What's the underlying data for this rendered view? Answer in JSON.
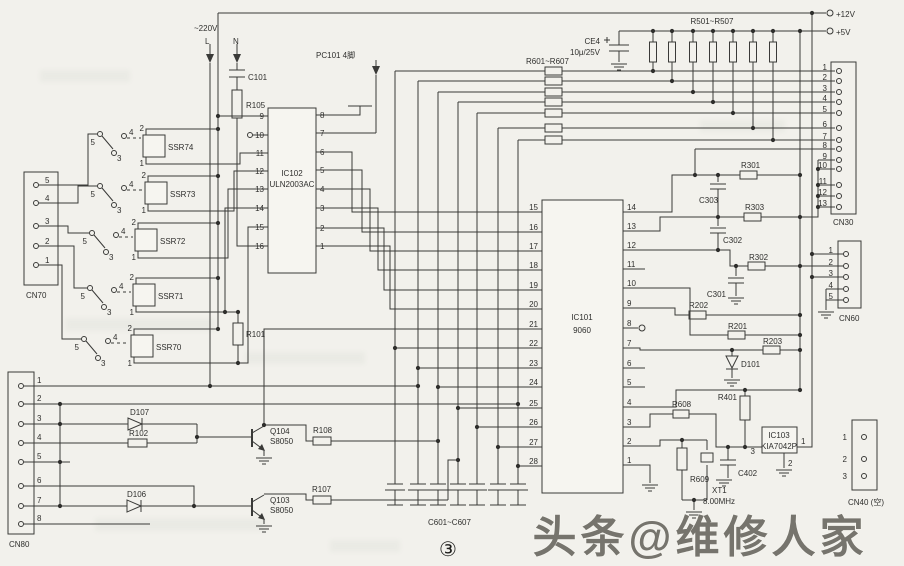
{
  "power": {
    "mains": "~220V",
    "live": "L",
    "neutral": "N",
    "rail_12v": "+12V",
    "rail_5v": "+5V"
  },
  "ics": {
    "ic101": {
      "ref": "IC101",
      "part": "9060",
      "left_pins": [
        "15",
        "16",
        "17",
        "18",
        "19",
        "20",
        "21",
        "22",
        "23",
        "24",
        "25",
        "26",
        "27",
        "28"
      ],
      "right_pins": [
        "14",
        "13",
        "12",
        "11",
        "10",
        "9",
        "8",
        "7",
        "6",
        "5",
        "4",
        "3",
        "2",
        "1"
      ]
    },
    "ic102": {
      "ref": "IC102",
      "part": "ULN2003AC",
      "left_pins": [
        "9",
        "10",
        "11",
        "12",
        "13",
        "14",
        "15",
        "16"
      ],
      "right_pins": [
        "8",
        "7",
        "6",
        "5",
        "4",
        "3",
        "2",
        "1"
      ]
    },
    "ic103": {
      "ref": "IC103",
      "part": "KIA7042P",
      "pins": [
        "3",
        "1",
        "2"
      ]
    }
  },
  "relays": {
    "labels": [
      "SSR74",
      "SSR73",
      "SSR72",
      "SSR71",
      "SSR70"
    ],
    "switch_pins": {
      "common": "5",
      "no": "4",
      "nc": "3",
      "coil_top": "2",
      "coil_bottom": "1"
    }
  },
  "connectors": {
    "cn70": {
      "label": "CN70",
      "pins": [
        "5",
        "4",
        "3",
        "2",
        "1"
      ]
    },
    "cn80": {
      "label": "CN80",
      "pins": [
        "1",
        "2",
        "3",
        "4",
        "5",
        "6",
        "7",
        "8"
      ]
    },
    "cn30": {
      "label": "CN30",
      "pins": [
        "1",
        "2",
        "3",
        "4",
        "5",
        "6",
        "7",
        "8",
        "9",
        "10",
        "11",
        "12",
        "13"
      ]
    },
    "cn60": {
      "label": "CN60",
      "pins": [
        "1",
        "2",
        "3",
        "4",
        "5"
      ]
    },
    "cn40": {
      "label": "CN40 (空)",
      "pins": [
        "1",
        "2",
        "3"
      ]
    }
  },
  "components": {
    "c101": "C101",
    "r105": "R105",
    "r101": "R101",
    "r102": "R102",
    "r107": "R107",
    "r108": "R108",
    "d106": "D106",
    "d107": "D107",
    "d101": "D101",
    "r201": "R201",
    "r202": "R202",
    "r203": "R203",
    "r301": "R301",
    "r302": "R302",
    "r303": "R303",
    "c301": "C301",
    "c302": "C302",
    "c303": "C303",
    "r401": "R401",
    "r608": "R608",
    "r609": "R609",
    "c402": "C402",
    "r501_507": "R501~R507",
    "r601_607": "R601~R607",
    "c601_607": "C601~C607",
    "ce4": {
      "name": "CE4",
      "value": "10μ/25V"
    },
    "pc101": "PC101 4脚",
    "xt1": {
      "name": "XT1",
      "value": "8.00MHz"
    }
  },
  "transistors": {
    "q104": {
      "name": "Q104",
      "part": "S8050"
    },
    "q103": {
      "name": "Q103",
      "part": "S8050"
    }
  },
  "annotations": {
    "figure_number": "③",
    "watermark": "头条@维修人家"
  }
}
